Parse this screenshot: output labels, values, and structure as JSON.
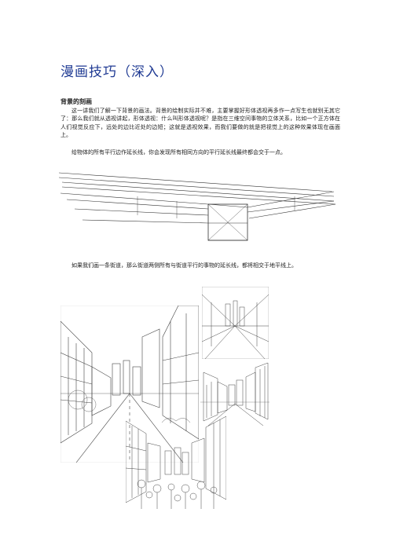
{
  "document": {
    "title": "漫画技巧（深入）",
    "section_heading": "背景的刻画",
    "paragraph_1": "这一讲我们了解一下背景的画法。背景的绘制实际并不难，主要掌握好形体透视再多作一点写生也就别无其它了：那么我们就从透视讲起，形体透视：什么叫形体透视呢？是指在三维空间事物的立体关系，比如一个正方体在人们视觉反应下，远处的边比近处的边短；这就是透视效果，而我们要做的就是把视觉上的这种效果体现在画面上。",
    "paragraph_2": "给物体的所有平行边作延长线，你会发现所有相同方向的平行延长线最终都会交于一点。",
    "paragraph_3": "如果我们画一条街道，那么街道两侧所有与街道平行的事物的延长线，都将相交于地平线上。"
  },
  "figures": [
    {
      "name": "perspective-box-sketch",
      "kind": "pencil sketch"
    },
    {
      "name": "street-sketch-large",
      "kind": "pencil sketch"
    },
    {
      "name": "street-sketch-one-point",
      "kind": "pencil sketch"
    },
    {
      "name": "street-sketch-buildings",
      "kind": "pencil sketch"
    },
    {
      "name": "street-sketch-crowd",
      "kind": "pencil sketch"
    }
  ]
}
